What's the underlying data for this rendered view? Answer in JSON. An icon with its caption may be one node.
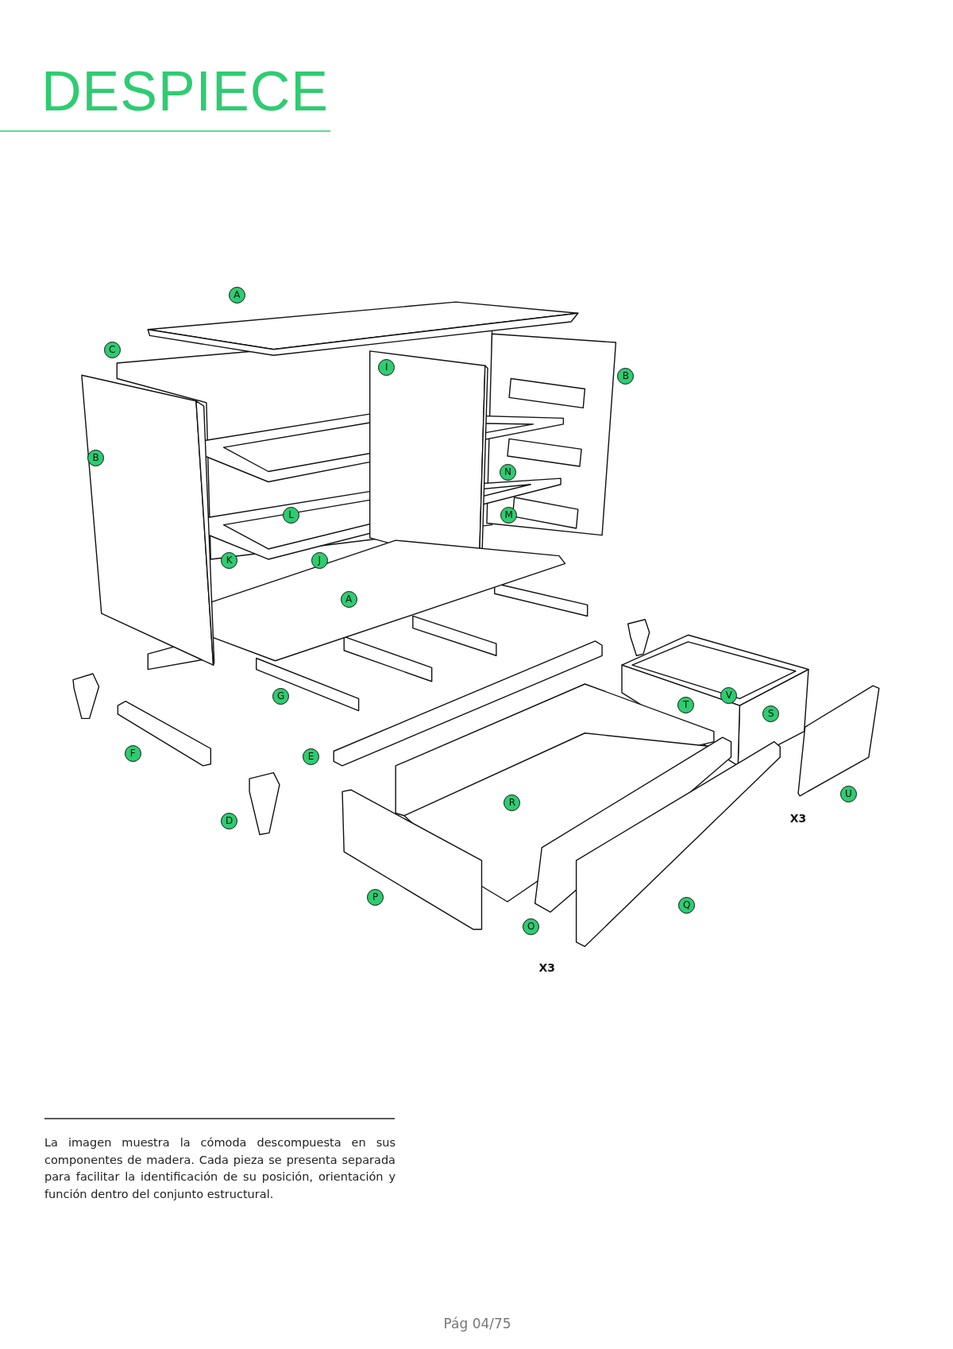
{
  "diagram": {
    "title": "DESPIECE",
    "caption": "La imagen muestra la cómoda descompuesta en sus componentes de madera. Cada pieza se presenta separada para facilitar la identificación de su posición, orientación y función dentro del conjunto estructural.",
    "labels": [
      "A",
      "C",
      "I",
      "B",
      "B",
      "N",
      "L",
      "M",
      "K",
      "J",
      "A",
      "G",
      "V",
      "T",
      "S",
      "F",
      "E",
      "R",
      "U",
      "X3",
      "D",
      "P",
      "Q",
      "O",
      "X3",
      "Pág 04/75"
    ]
  }
}
